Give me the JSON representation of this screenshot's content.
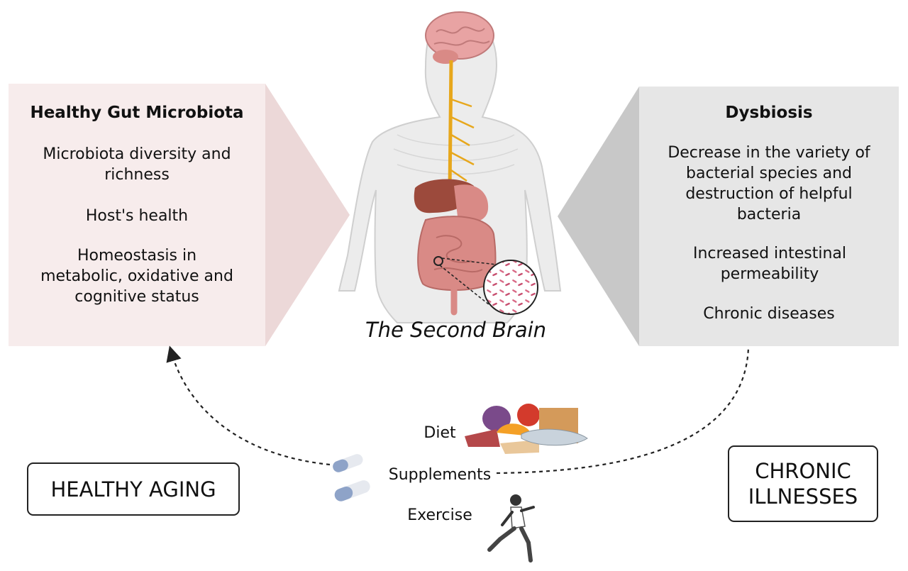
{
  "healthy_panel": {
    "title": "Healthy Gut Microbiota",
    "items": [
      "Microbiota diversity and richness",
      "Host's health",
      "Homeostasis in metabolic, oxidative and cognitive status"
    ],
    "color": "#f7ecec",
    "arrow_color": "#ecd8d8"
  },
  "dysbiosis_panel": {
    "title": "Dysbiosis",
    "items": [
      "Decrease in the variety of bacterial species and destruction of helpful bacteria",
      "Increased intestinal permeability",
      "Chronic diseases"
    ],
    "color": "#e6e6e6",
    "arrow_color": "#c8c8c8"
  },
  "center": {
    "title": "The Second Brain",
    "icons": [
      "human-body-icon",
      "brain-icon",
      "vagus-nerve-icon",
      "digestive-system-icon",
      "microbiota-magnifier-icon"
    ]
  },
  "levers": [
    {
      "label": "Diet",
      "icon": "food-icon"
    },
    {
      "label": "Supplements",
      "icon": "capsules-icon"
    },
    {
      "label": "Exercise",
      "icon": "runner-icon"
    }
  ],
  "outcomes": {
    "left": {
      "label": "HEALTHY AGING"
    },
    "right": {
      "label": "CHRONIC ILLNESSES"
    }
  },
  "colors": {
    "organ": "#d98a86",
    "liver": "#9c4a3c",
    "nerve": "#e7a71c",
    "body": "#eeeeee"
  }
}
